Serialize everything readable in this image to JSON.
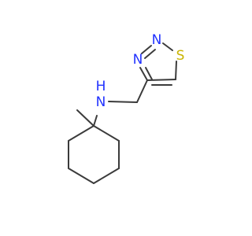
{
  "structure": {
    "atoms": [
      {
        "symbol": "N",
        "color": "#2233ff"
      },
      {
        "symbol": "H",
        "color": "#2233ff"
      },
      {
        "symbol": "N",
        "color": "#2233ff"
      },
      {
        "symbol": "N",
        "color": "#2233ff"
      },
      {
        "symbol": "S",
        "color": "#c9b400"
      }
    ],
    "bond_color": "#3b3b3b",
    "background": "#ffffff"
  }
}
